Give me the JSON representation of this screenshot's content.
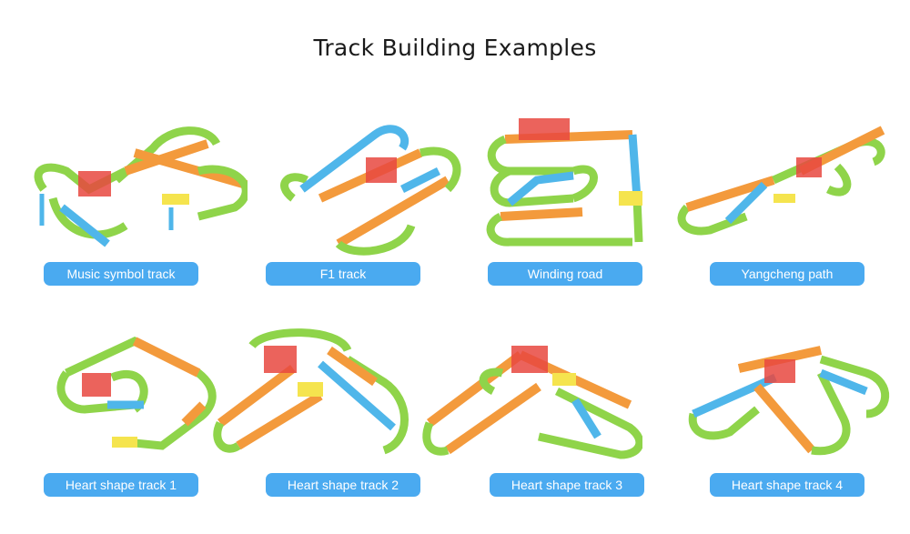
{
  "title": "Track Building Examples",
  "colors": {
    "label_bg": "#4aaaf0",
    "label_text": "#ffffff",
    "track_green": "#8fd44a",
    "track_orange": "#f39a3c",
    "track_blue": "#4fb6ea",
    "track_red": "#e8483f",
    "track_yellow": "#f5e44e"
  },
  "examples": [
    {
      "label": "Music symbol track"
    },
    {
      "label": "F1 track"
    },
    {
      "label": "Winding road"
    },
    {
      "label": "Yangcheng path"
    },
    {
      "label": "Heart shape track 1"
    },
    {
      "label": "Heart shape track 2"
    },
    {
      "label": "Heart shape track 3"
    },
    {
      "label": "Heart shape track 4"
    }
  ]
}
